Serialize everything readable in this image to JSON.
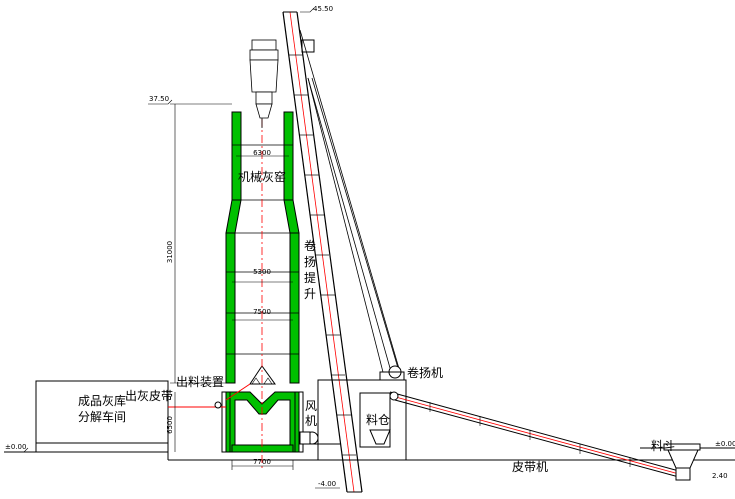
{
  "labels": {
    "kiln": "机械灰窑",
    "hoist_1": "卷",
    "hoist_2": "扬",
    "hoist_3": "提",
    "hoist_4": "升",
    "winch": "卷扬机",
    "discharge_device": "出料装置",
    "ash_belt": "出灰皮带",
    "warehouse_1": "成品灰库",
    "warehouse_2": "分解车间",
    "fan_1": "风",
    "fan_2": "机",
    "silo": "料仓",
    "belt_conveyor": "皮带机",
    "hopper": "料斗"
  },
  "dimensions": {
    "top_elev": "45.50",
    "kiln_top_elev": "37.50",
    "kiln_height": "31000",
    "dia_top": "6300",
    "dia_mid": "5300",
    "dia_lower": "7500",
    "base_height": "6500",
    "base_width": "7700",
    "ground_left": "±0.00",
    "ground_right": "±0.00",
    "pit_elev": "-4.00",
    "hopper_depth": "2.40"
  },
  "colors": {
    "wall_green": "#00c000",
    "centerline_red": "#ff0000",
    "line": "#000000"
  }
}
